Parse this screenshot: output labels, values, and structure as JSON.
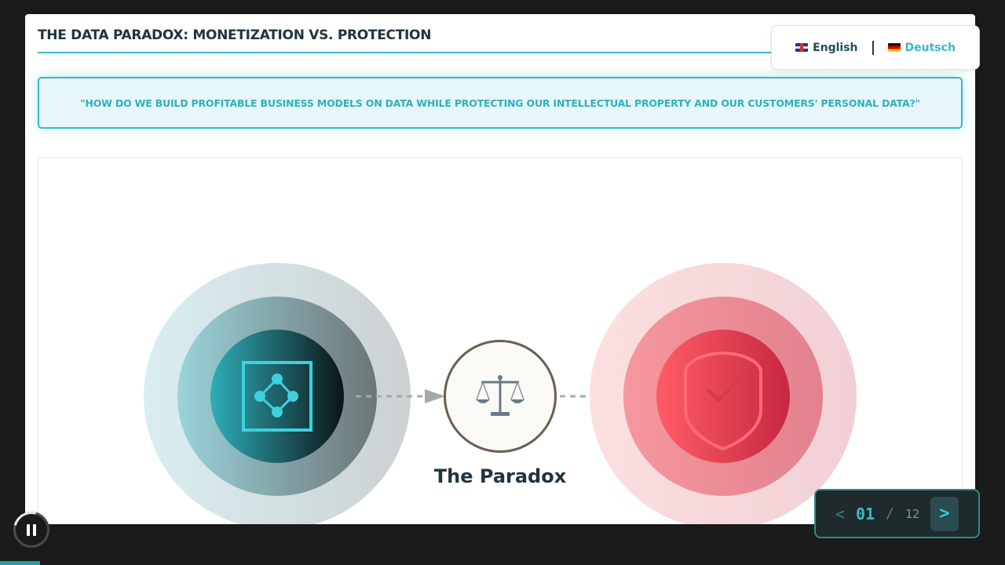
{
  "slide": {
    "title": "THE DATA PARADOX: MONETIZATION VS. PROTECTION",
    "question": "\"HOW DO WE BUILD PROFITABLE BUSINESS MODELS ON DATA WHILE PROTECTING OUR INTELLECTUAL PROPERTY AND OUR CUSTOMERS' PERSONAL DATA?\""
  },
  "diagram": {
    "center_label": "The Paradox",
    "center_icon": "balance-scale-icon",
    "left_icon": "data-network-icon",
    "right_icon": "shield-check-icon",
    "colors": {
      "teal": "#3bb8c4",
      "red": "#ff4d5a"
    }
  },
  "language": {
    "options": [
      {
        "flag": "🇬🇧",
        "label": "English"
      },
      {
        "flag": "🇩🇪",
        "label": "Deutsch"
      }
    ]
  },
  "pager": {
    "prev": "<",
    "current": "01",
    "separator": "/",
    "total": "12",
    "next": ">"
  },
  "playback": {
    "state": "playing",
    "progress_fraction": 0.04
  }
}
